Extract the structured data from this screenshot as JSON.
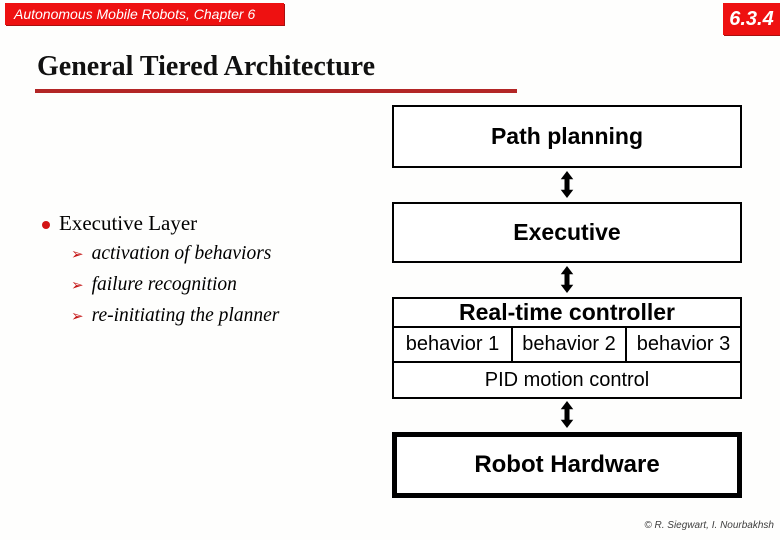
{
  "slide": {
    "banner_text": "Autonomous Mobile Robots, Chapter 6",
    "section_number": "6.3.4",
    "title": "General Tiered Architecture",
    "footer_credit": "© R. Siegwart, I. Nourbakhsh"
  },
  "bullets": {
    "heading": "Executive Layer",
    "sub_bullet_glyph": "➢",
    "items": [
      "activation of behaviors",
      "failure recognition",
      "re-initiating the planner"
    ]
  },
  "diagram": {
    "path_planning_label": "Path planning",
    "executive_label": "Executive",
    "realtime_controller_label": "Real-time controller",
    "behavior_labels": [
      "behavior 1",
      "behavior 2",
      "behavior 3"
    ],
    "pid_label": "PID motion control",
    "robot_hardware_label": "Robot Hardware",
    "connector_icon": "vertical-double-arrow"
  },
  "colors": {
    "banner_red": "#ee1111",
    "underline_red": "#b32626",
    "bullet_red": "#d31414",
    "arrow_bullet_red": "#c41414",
    "box_border": "#000000",
    "footer_gray": "#3f3f3f",
    "background": "#fefefd"
  }
}
